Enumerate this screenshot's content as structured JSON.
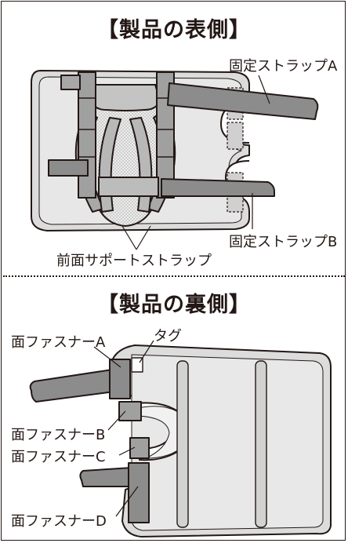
{
  "front": {
    "title": "【製品の表側】",
    "labels": {
      "strap_a": "固定ストラップA",
      "strap_b": "固定ストラップB",
      "front_support": "前面サポートストラップ"
    }
  },
  "back": {
    "title": "【製品の裏側】",
    "labels": {
      "tag": "タグ",
      "fastener_a": "面ファスナーA",
      "fastener_b": "面ファスナーB",
      "fastener_c": "面ファスナーC",
      "fastener_d": "面ファスナーD"
    }
  },
  "colors": {
    "outline": "#231815",
    "pad_light": "#dcdcdc",
    "pad_mid": "#c4c4c4",
    "strap": "#8c8c8c",
    "strap_light": "#a8a8a8"
  }
}
